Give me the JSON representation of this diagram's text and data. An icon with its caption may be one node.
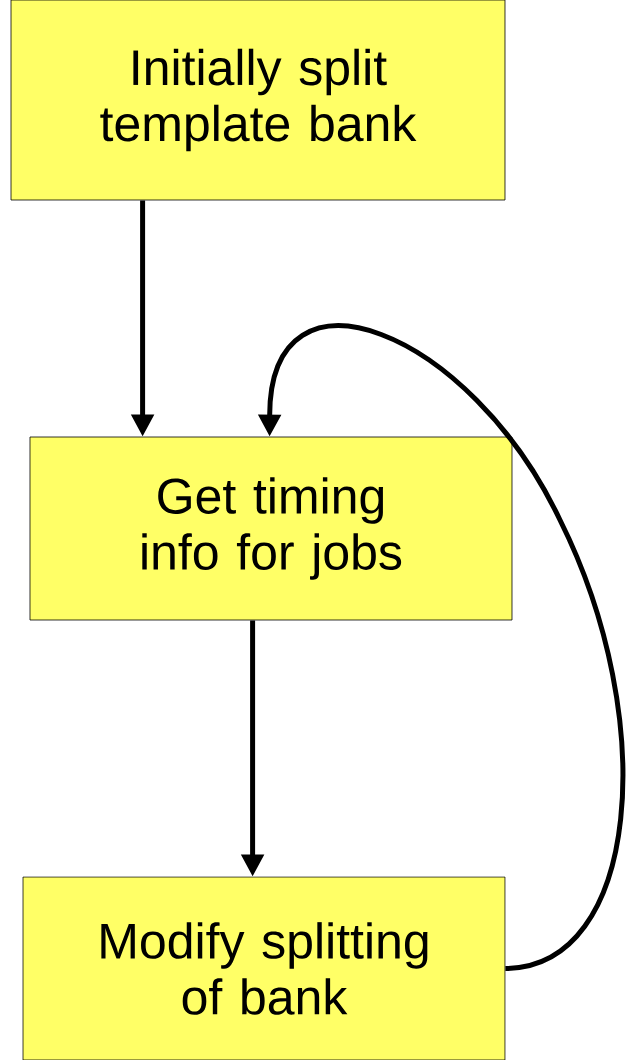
{
  "diagram": {
    "nodes": [
      {
        "text": [
          "Initially split template bank"
        ]
      },
      {
        "text": [
          "Get timing info for jobs"
        ]
      },
      {
        "text": [
          "Modify splitting of bank"
        ]
      }
    ],
    "edges": [
      {
        "from": 0,
        "to": 1,
        "arrow": "to"
      },
      {
        "from": 1,
        "to": 2,
        "arrow": "to"
      },
      {
        "from": 2,
        "to": 1,
        "arrow": "to"
      }
    ]
  }
}
